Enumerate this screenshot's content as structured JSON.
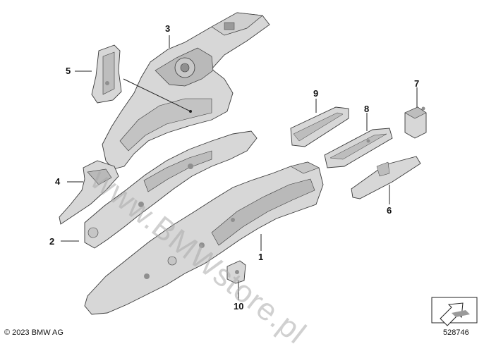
{
  "colors": {
    "part_fill": "#d7d7d7",
    "part_shade": "#b9b9b9",
    "part_dark": "#8f8f8f",
    "outline": "#3a3a3a",
    "leader": "#222222"
  },
  "callouts": {
    "c1": "1",
    "c2": "2",
    "c3": "3",
    "c4": "4",
    "c5": "5",
    "c6": "6",
    "c7": "7",
    "c8": "8",
    "c9": "9",
    "c10": "10"
  },
  "watermark": "www.BMWstore.pl",
  "footer": {
    "copyright": "© 2023 BMW AG",
    "diagram_number": "528746"
  },
  "icons": {
    "corner": "arrow-in-box-icon"
  }
}
